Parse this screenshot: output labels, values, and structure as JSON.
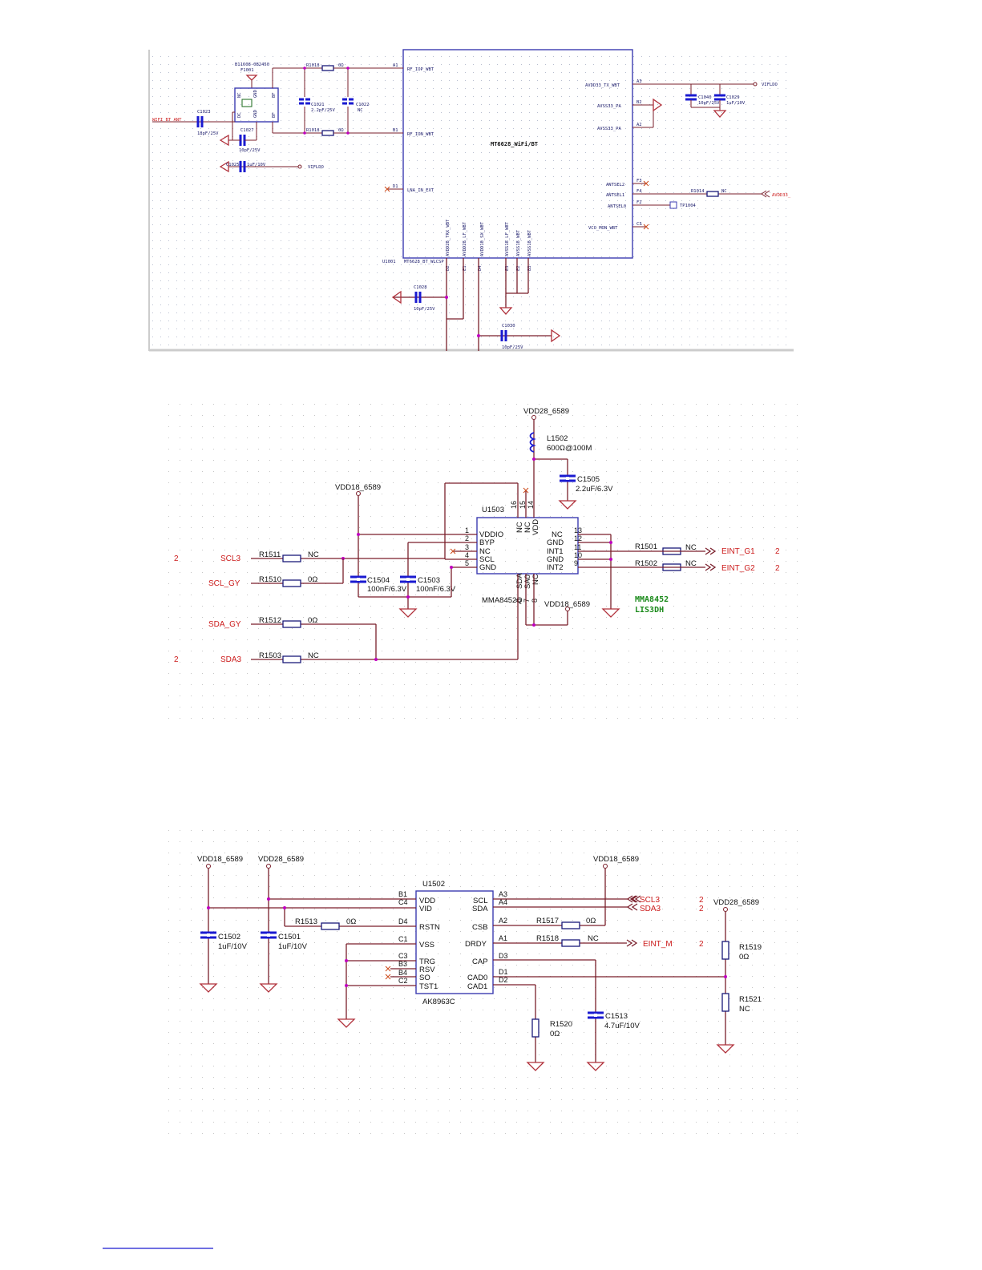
{
  "wifi_panel": {
    "chip_title": "MT6628_WiFi/BT",
    "chip_ref": "U1001",
    "chip_footer": "MT6628_BT_WLCSP",
    "antenna_net": "WIFI_BT_ANT",
    "filter_part": "B11608-0B2450",
    "filter_ref": "F1001",
    "filter_pins": [
      "NC",
      "GND",
      "BF",
      "DC",
      "GND",
      "BF"
    ],
    "left_pins": [
      {
        "num": "A1",
        "name": "RF_IOP_WBT"
      },
      {
        "num": "B1",
        "name": "RF_ION_WBT"
      },
      {
        "num": "D1",
        "name": "LNA_IN_EXT"
      }
    ],
    "right_pins": [
      {
        "num": "A3",
        "name": "AVDD33_TX_WBT"
      },
      {
        "num": "B2",
        "name": "AVSS33_PA"
      },
      {
        "num": "A2",
        "name": "AVSS33_PA"
      },
      {
        "num": "F3",
        "name": "ANTSEL2"
      },
      {
        "num": "F4",
        "name": "ANTSEL1"
      },
      {
        "num": "F2",
        "name": "ANTSEL0"
      },
      {
        "num": "C3",
        "name": "VCO_MON_WBT"
      }
    ],
    "bottom_pins": [
      {
        "num": "D2",
        "name": "AVDD28_TRX_WBT"
      },
      {
        "num": "E1",
        "name": "AVDD28_LF_WBT"
      },
      {
        "num": "D4",
        "name": "AVDD18_SX_WBT"
      },
      {
        "num": "E3",
        "name": "AVSS18_LF_WBT"
      },
      {
        "num": "E2",
        "name": "AVSS18_WBT"
      },
      {
        "num": "B3",
        "name": "AVSS18_WBT"
      }
    ],
    "components": {
      "r1018a": {
        "ref": "R1018",
        "value": "0Ω"
      },
      "r1018b": {
        "ref": "R1018",
        "value": "0Ω"
      },
      "c1021": {
        "ref": "C1021",
        "value": "2.2pF/25V"
      },
      "c1022": {
        "ref": "C1022",
        "value": "NC"
      },
      "c1023": {
        "ref": "C1023",
        "value": "18pF/25V"
      },
      "c1027": {
        "ref": "C1027",
        "value": "10pF/25V"
      },
      "c1025": {
        "ref": "C1025",
        "value": "1uF/10V"
      },
      "c1040": {
        "ref": "C1040",
        "value": "10pF/25V"
      },
      "c1029": {
        "ref": "C1029",
        "value": "1uF/10V"
      },
      "r1014": {
        "ref": "R1014",
        "value": "NC"
      },
      "tp1004": {
        "ref": "TP1004"
      },
      "c1028": {
        "ref": "C1028",
        "value": "10pF/25V"
      },
      "c1030": {
        "ref": "C1030",
        "value": "10pF/25V"
      }
    },
    "nets": {
      "vif_ldo_right": "VIFLDO",
      "vif_ldo_left": "VIFLDO",
      "avdd_right": "AVDD33_"
    }
  },
  "accel_panel": {
    "chip_ref": "U1503",
    "chip_part": "MMA8452Q",
    "alt_parts": [
      "MMA8452",
      "LIS3DH"
    ],
    "left_pins": [
      {
        "num": "1",
        "name": "VDDIO"
      },
      {
        "num": "2",
        "name": "BYP"
      },
      {
        "num": "3",
        "name": "NC"
      },
      {
        "num": "4",
        "name": "SCL"
      },
      {
        "num": "5",
        "name": "GND"
      }
    ],
    "right_pins": [
      {
        "num": "13",
        "name": "NC"
      },
      {
        "num": "12",
        "name": "GND"
      },
      {
        "num": "11",
        "name": "INT1"
      },
      {
        "num": "10",
        "name": "GND"
      },
      {
        "num": "9",
        "name": "INT2"
      }
    ],
    "top_pins": [
      {
        "num": "16",
        "name": "NC"
      },
      {
        "num": "15",
        "name": "NC"
      },
      {
        "num": "14",
        "name": "VDD"
      }
    ],
    "bottom_pins": [
      {
        "num": "6",
        "name": "SDA"
      },
      {
        "num": "7",
        "name": "SA0"
      },
      {
        "num": "8",
        "name": "NC"
      }
    ],
    "rails": {
      "vdd28": "VDD28_6589",
      "vdd18_left": "VDD18_6589",
      "vdd18_bottom": "VDD18_6589"
    },
    "components": {
      "l1502": {
        "ref": "L1502",
        "value": "600Ω@100M"
      },
      "c1505": {
        "ref": "C1505",
        "value": "2.2uF/6.3V"
      },
      "c1504": {
        "ref": "C1504",
        "value": "100nF/6.3V"
      },
      "c1503": {
        "ref": "C1503",
        "value": "100nF/6.3V"
      },
      "r1511": {
        "ref": "R1511",
        "value": "NC"
      },
      "r1510": {
        "ref": "R1510",
        "value": "0Ω"
      },
      "r1512": {
        "ref": "R1512",
        "value": "0Ω"
      },
      "r1503": {
        "ref": "R1503",
        "value": "NC"
      },
      "r1501": {
        "ref": "R1501",
        "value": "NC"
      },
      "r1502": {
        "ref": "R1502",
        "value": "NC"
      }
    },
    "nets": {
      "scl3": "SCL3",
      "scl_gy": "SCL_GY",
      "sda_gy": "SDA_GY",
      "sda3": "SDA3",
      "eint_g1": "EINT_G1",
      "eint_g2": "EINT_G2"
    },
    "sheet_refs": {
      "scl3": "2",
      "sda3": "2",
      "eint_g1": "2",
      "eint_g2": "2"
    }
  },
  "mag_panel": {
    "chip_ref": "U1502",
    "chip_part": "AK8963C",
    "left_pins": [
      {
        "num": "B1",
        "name": "VDD"
      },
      {
        "num": "C4",
        "name": "VID"
      },
      {
        "num": "D4",
        "name": "RSTN"
      },
      {
        "num": "C1",
        "name": "VSS"
      },
      {
        "num": "C3",
        "name": "TRG"
      },
      {
        "num": "B3",
        "name": "RSV"
      },
      {
        "num": "B4",
        "name": "SO"
      },
      {
        "num": "C2",
        "name": "TST1"
      }
    ],
    "right_pins": [
      {
        "num": "A3",
        "name": "SCL"
      },
      {
        "num": "A4",
        "name": "SDA"
      },
      {
        "num": "A2",
        "name": "CSB"
      },
      {
        "num": "A1",
        "name": "DRDY"
      },
      {
        "num": "D3",
        "name": "CAP"
      },
      {
        "num": "D1",
        "name": "CAD0"
      },
      {
        "num": "D2",
        "name": "CAD1"
      }
    ],
    "rails": {
      "vdd18_a": "VDD18_6589",
      "vdd28_a": "VDD28_6589",
      "vdd18_b": "VDD18_6589",
      "vdd28_b": "VDD28_6589"
    },
    "components": {
      "c1502": {
        "ref": "C1502",
        "value": "1uF/10V"
      },
      "c1501": {
        "ref": "C1501",
        "value": "1uF/10V"
      },
      "r1513": {
        "ref": "R1513",
        "value": "0Ω"
      },
      "r1517": {
        "ref": "R1517",
        "value": "0Ω"
      },
      "r1518": {
        "ref": "R1518",
        "value": "NC"
      },
      "r1519": {
        "ref": "R1519",
        "value": "0Ω"
      },
      "r1521": {
        "ref": "R1521",
        "value": "NC"
      },
      "r1520": {
        "ref": "R1520",
        "value": "0Ω"
      },
      "c1513": {
        "ref": "C1513",
        "value": "4.7uF/10V"
      }
    },
    "nets": {
      "scl3": "SCL3",
      "sda3": "SDA3",
      "eint_m": "EINT_M"
    },
    "sheet_refs": {
      "scl3": "2",
      "sda3": "2",
      "eint_m": "2"
    }
  }
}
